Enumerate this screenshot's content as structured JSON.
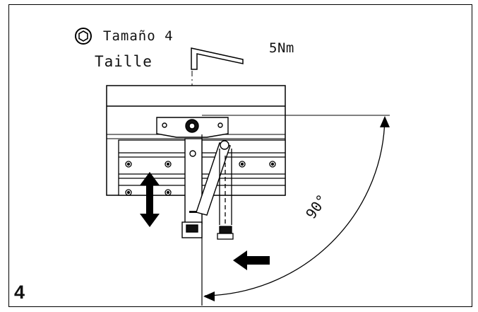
{
  "labels": {
    "size_line1": "Tamaño 4",
    "size_line2": "Taille",
    "torque": "5Nm",
    "angle": "90°",
    "step_number": "4"
  },
  "icons": {
    "hex_bolt": "hex-bolt-icon",
    "allen_key": "allen-key-icon",
    "up_down_arrow": "up-down-arrow-icon",
    "left_arrow": "left-arrow-icon"
  },
  "colors": {
    "line": "#000000",
    "fill_dark": "#111111",
    "fill_light": "#ffffff",
    "shade": "#d9d9d9"
  }
}
